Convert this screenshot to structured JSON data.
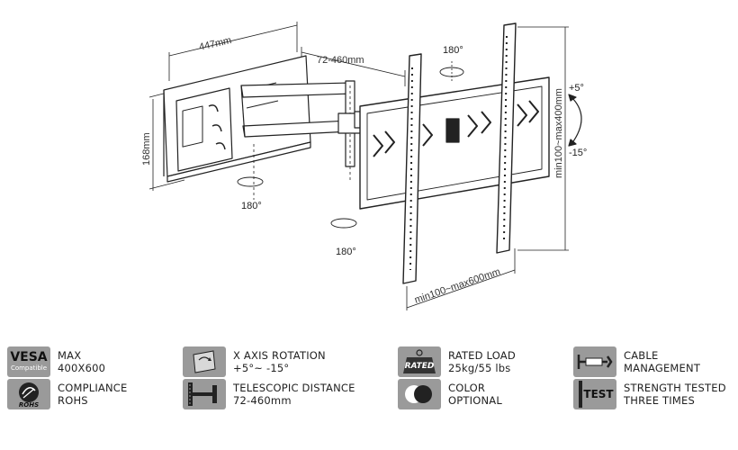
{
  "dimensions": {
    "width": "447mm",
    "height": "168mm",
    "extension": "72-460mm",
    "vertical_spacing": "min100~max400mm",
    "horizontal_spacing": "min100~max600mm"
  },
  "rotation": {
    "top": "180°",
    "left_pivot": "180°",
    "right_pivot": "180°",
    "tilt_up": "+5°",
    "tilt_down": "-15°"
  },
  "features": [
    {
      "icon": "vesa-icon",
      "icon_label": "VESA",
      "icon_sub": "Compatible",
      "line1": "MAX",
      "line2": "400X600"
    },
    {
      "icon": "rotation-icon",
      "line1": "X AXIS ROTATION",
      "line2": "+5°~ -15°"
    },
    {
      "icon": "weight-icon",
      "icon_label": "RATED",
      "line1": "RATED LOAD",
      "line2": "25kg/55 lbs"
    },
    {
      "icon": "cable-icon",
      "line1": "CABLE",
      "line2": "MANAGEMENT"
    },
    {
      "icon": "rohs-icon",
      "icon_label": "ROHS",
      "line1": "COMPLIANCE",
      "line2": "ROHS"
    },
    {
      "icon": "telescopic-icon",
      "line1": "TELESCOPIC DISTANCE",
      "line2": "72-460mm"
    },
    {
      "icon": "color-icon",
      "line1": "COLOR",
      "line2": "OPTIONAL"
    },
    {
      "icon": "test-icon",
      "icon_label": "TEST",
      "line1": "STRENGTH TESTED",
      "line2": "THREE TIMES"
    }
  ],
  "colors": {
    "icon_bg": "#9a9a9a",
    "line": "#222222",
    "bracket_fill": "#ffffff"
  }
}
